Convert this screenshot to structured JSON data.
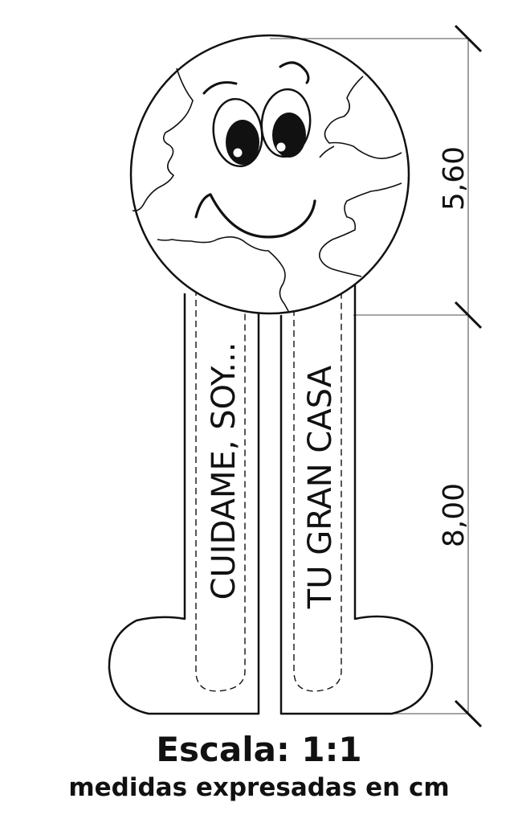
{
  "left_leg_text": "CUIDAME, SOY...",
  "right_leg_text": "TU GRAN CASA",
  "dimension_top": "5,60",
  "dimension_bottom": "8,00",
  "scale_label": "Escala: 1:1",
  "units_label": "medidas expresadas en cm",
  "colors": {
    "line": "#111111",
    "background": "#ffffff",
    "eye": "#111111"
  }
}
